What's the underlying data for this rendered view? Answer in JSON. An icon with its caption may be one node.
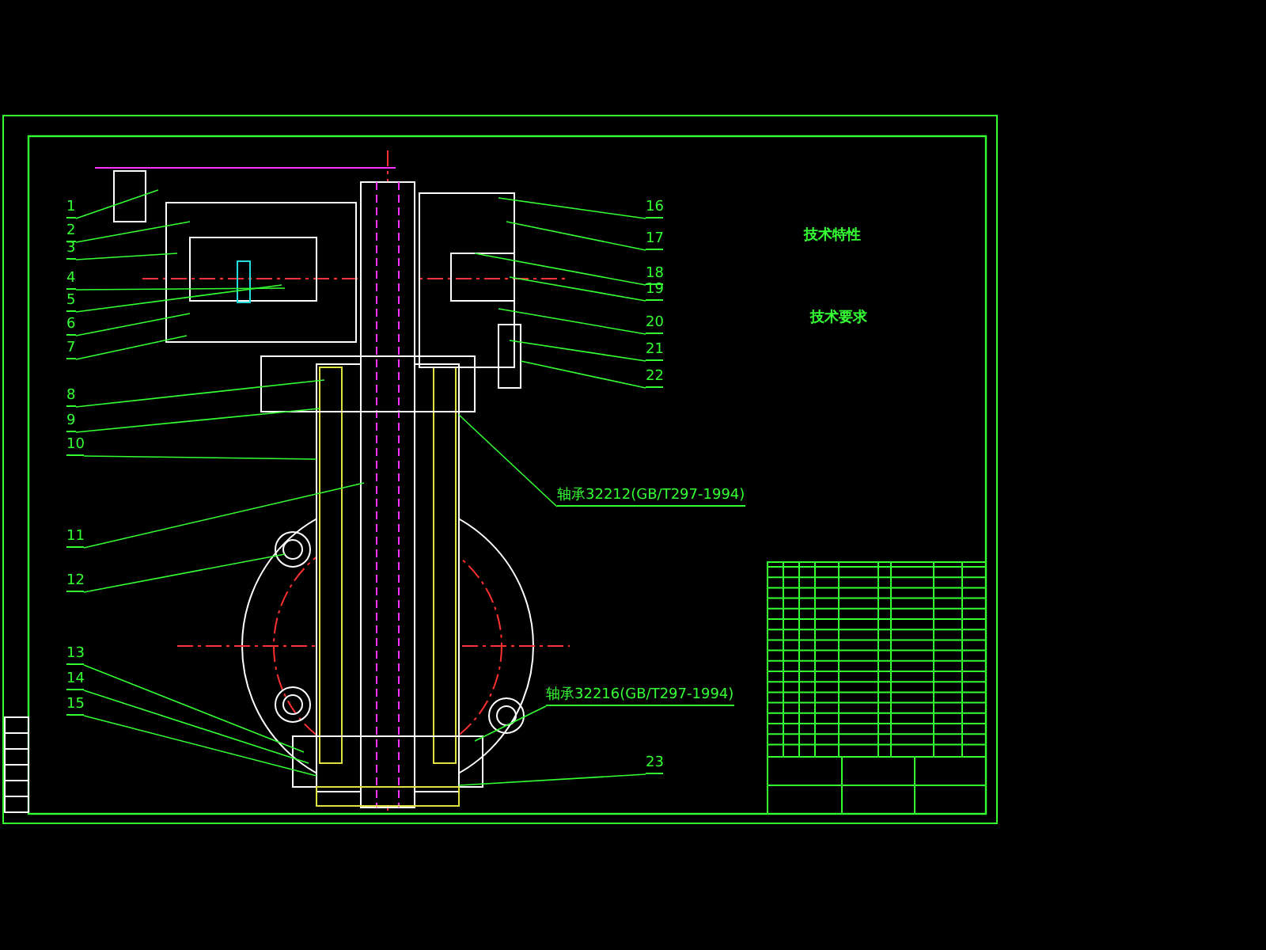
{
  "diagram": {
    "nodes": [
      {
        "text": [
          "1"
        ]
      },
      {
        "text": [
          "2"
        ]
      },
      {
        "text": [
          "3"
        ]
      },
      {
        "text": [
          "4"
        ]
      },
      {
        "text": [
          "5"
        ]
      },
      {
        "text": [
          "6"
        ]
      },
      {
        "text": [
          "7"
        ]
      },
      {
        "text": [
          "8"
        ]
      },
      {
        "text": [
          "9"
        ]
      },
      {
        "text": [
          "10"
        ]
      },
      {
        "text": [
          "11"
        ]
      },
      {
        "text": [
          "12"
        ]
      },
      {
        "text": [
          "13"
        ]
      },
      {
        "text": [
          "14"
        ]
      },
      {
        "text": [
          "15"
        ]
      },
      {
        "text": [
          "16"
        ]
      },
      {
        "text": [
          "17"
        ]
      },
      {
        "text": [
          "18"
        ]
      },
      {
        "text": [
          "19"
        ]
      },
      {
        "text": [
          "20"
        ]
      },
      {
        "text": [
          "21"
        ]
      },
      {
        "text": [
          "22"
        ]
      },
      {
        "text": [
          "23"
        ]
      },
      {
        "text": [
          "轴承32212(GB/T297-1994)"
        ]
      },
      {
        "text": [
          "轴承32216(GB/T297-1994)"
        ]
      }
    ],
    "edges": [
      {
        "from": 0,
        "to": null,
        "arrow": "none"
      },
      {
        "from": 1,
        "to": null,
        "arrow": "none"
      },
      {
        "from": 2,
        "to": null,
        "arrow": "none"
      },
      {
        "from": 3,
        "to": null,
        "arrow": "none"
      },
      {
        "from": 4,
        "to": null,
        "arrow": "none"
      },
      {
        "from": 5,
        "to": null,
        "arrow": "none"
      },
      {
        "from": 6,
        "to": null,
        "arrow": "none"
      },
      {
        "from": 7,
        "to": null,
        "arrow": "none"
      },
      {
        "from": 8,
        "to": null,
        "arrow": "none"
      },
      {
        "from": 9,
        "to": null,
        "arrow": "none"
      },
      {
        "from": 10,
        "to": null,
        "arrow": "none"
      },
      {
        "from": 11,
        "to": null,
        "arrow": "none"
      },
      {
        "from": 12,
        "to": null,
        "arrow": "none"
      },
      {
        "from": 13,
        "to": null,
        "arrow": "none"
      },
      {
        "from": 14,
        "to": null,
        "arrow": "none"
      },
      {
        "from": 15,
        "to": null,
        "arrow": "none"
      },
      {
        "from": 16,
        "to": null,
        "arrow": "none"
      },
      {
        "from": 17,
        "to": null,
        "arrow": "none"
      },
      {
        "from": 18,
        "to": null,
        "arrow": "none"
      },
      {
        "from": 19,
        "to": null,
        "arrow": "none"
      },
      {
        "from": 20,
        "to": null,
        "arrow": "none"
      },
      {
        "from": 21,
        "to": null,
        "arrow": "none"
      },
      {
        "from": 22,
        "to": null,
        "arrow": "none"
      },
      {
        "from": 23,
        "to": null,
        "arrow": "none"
      },
      {
        "from": 24,
        "to": null,
        "arrow": "none"
      }
    ],
    "labels": [
      "技术特性",
      "技术要求"
    ]
  }
}
